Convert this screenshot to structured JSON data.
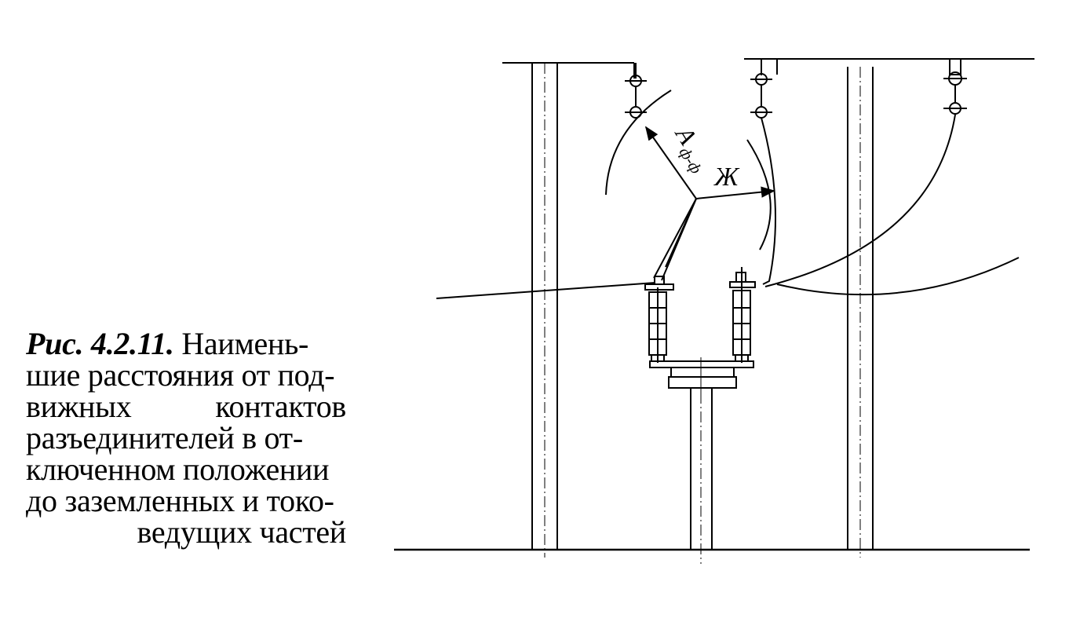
{
  "caption": {
    "figure_label": "Рис. 4.2.11.",
    "first_line_rest": "Наимень-",
    "line2": "шие расстояния от под-",
    "line3_word1": "вижных",
    "line3_word2": "контактов",
    "line4": "разъединителей в от-",
    "line5": "ключенном положении",
    "line6": "до заземленных и токо-",
    "line7": "ведущих частей"
  },
  "diagram": {
    "label_a": "А",
    "label_a_sub": "ф-ф",
    "label_zh": "Ж"
  }
}
